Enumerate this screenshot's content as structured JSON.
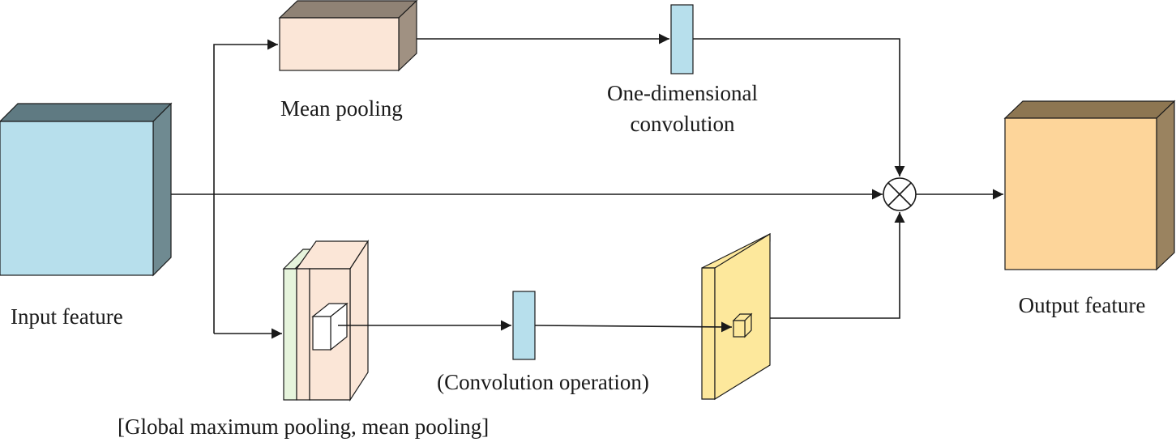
{
  "labels": {
    "input": "Input feature",
    "mean_pooling": "Mean pooling",
    "one_dim_conv_line1": "One-dimensional",
    "one_dim_conv_line2": "convolution",
    "output": "Output feature",
    "conv_operation": "(Convolution operation)",
    "global_pooling": "[Global maximum pooling, mean pooling]"
  },
  "operator_symbol": "multiply-icon",
  "colors": {
    "input_front": "#b7dfec",
    "input_side": "#6f8a91",
    "input_top": "#5f7a82",
    "mean_front": "#fbe6d7",
    "mean_side": "#a09182",
    "mean_top": "#8f8275",
    "conv_bar": "#b7dfec",
    "output_front": "#fdd59a",
    "output_side": "#9a8360",
    "output_top": "#8d7652",
    "pool_green": "#e6f4dc",
    "pool_peach": "#fbe6d7",
    "attn_map": "#fde89c",
    "line": "#1a1a1a"
  }
}
